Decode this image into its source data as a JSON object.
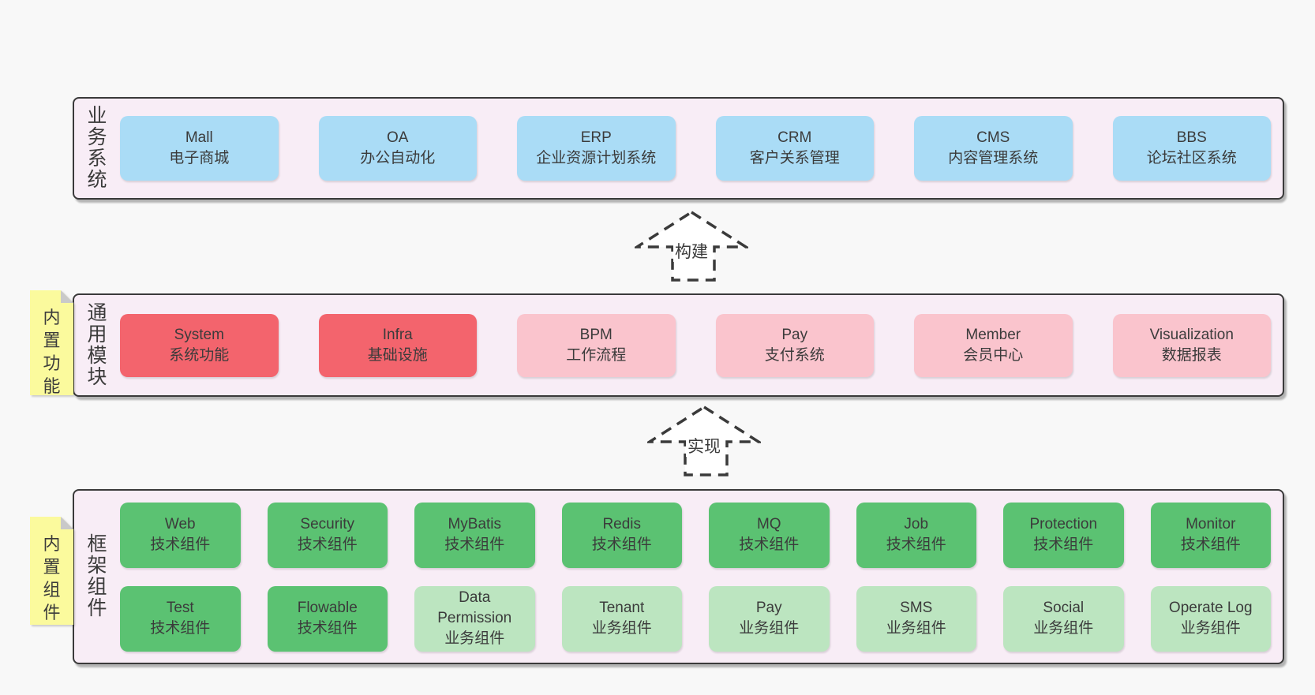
{
  "palette": {
    "page_bg": "#f8f8f8",
    "container_bg": "#f8edf6",
    "border": "#3a3a3a",
    "text": "#3b3b3b",
    "blue": "#aadcf6",
    "red": "#f3646d",
    "pink": "#fac4cd",
    "green_dark": "#5bc272",
    "green_light": "#bce5c0",
    "note_yellow": "#fbfa9d",
    "note_fold": "#c9c9c9"
  },
  "sections": {
    "business": {
      "label": "业务系统",
      "boxes": [
        {
          "lines": [
            "Mall",
            "电子商城"
          ],
          "variant": "blue"
        },
        {
          "lines": [
            "OA",
            "办公自动化"
          ],
          "variant": "blue"
        },
        {
          "lines": [
            "ERP",
            "企业资源计划系统"
          ],
          "variant": "blue"
        },
        {
          "lines": [
            "CRM",
            "客户关系管理"
          ],
          "variant": "blue"
        },
        {
          "lines": [
            "CMS",
            "内容管理系统"
          ],
          "variant": "blue"
        },
        {
          "lines": [
            "BBS",
            "论坛社区系统"
          ],
          "variant": "blue"
        }
      ]
    },
    "modules": {
      "label": "通用模块",
      "note": "内置功能",
      "boxes": [
        {
          "lines": [
            "System",
            "系统功能"
          ],
          "variant": "red"
        },
        {
          "lines": [
            "Infra",
            "基础设施"
          ],
          "variant": "red"
        },
        {
          "lines": [
            "BPM",
            "工作流程"
          ],
          "variant": "pink"
        },
        {
          "lines": [
            "Pay",
            "支付系统"
          ],
          "variant": "pink"
        },
        {
          "lines": [
            "Member",
            "会员中心"
          ],
          "variant": "pink"
        },
        {
          "lines": [
            "Visualization",
            "数据报表"
          ],
          "variant": "pink"
        }
      ]
    },
    "framework": {
      "label": "框架组件",
      "note": "内置组件",
      "rows": [
        [
          {
            "lines": [
              "Web",
              "技术组件"
            ],
            "variant": "green_dark"
          },
          {
            "lines": [
              "Security",
              "技术组件"
            ],
            "variant": "green_dark"
          },
          {
            "lines": [
              "MyBatis",
              "技术组件"
            ],
            "variant": "green_dark"
          },
          {
            "lines": [
              "Redis",
              "技术组件"
            ],
            "variant": "green_dark"
          },
          {
            "lines": [
              "MQ",
              "技术组件"
            ],
            "variant": "green_dark"
          },
          {
            "lines": [
              "Job",
              "技术组件"
            ],
            "variant": "green_dark"
          },
          {
            "lines": [
              "Protection",
              "技术组件"
            ],
            "variant": "green_dark"
          },
          {
            "lines": [
              "Monitor",
              "技术组件"
            ],
            "variant": "green_dark"
          }
        ],
        [
          {
            "lines": [
              "Test",
              "技术组件"
            ],
            "variant": "green_dark"
          },
          {
            "lines": [
              "Flowable",
              "技术组件"
            ],
            "variant": "green_dark"
          },
          {
            "lines": [
              "Data",
              "Permission",
              "业务组件"
            ],
            "variant": "green_light"
          },
          {
            "lines": [
              "Tenant",
              "业务组件"
            ],
            "variant": "green_light"
          },
          {
            "lines": [
              "Pay",
              "业务组件"
            ],
            "variant": "green_light"
          },
          {
            "lines": [
              "SMS",
              "业务组件"
            ],
            "variant": "green_light"
          },
          {
            "lines": [
              "Social",
              "业务组件"
            ],
            "variant": "green_light"
          },
          {
            "lines": [
              "Operate Log",
              "业务组件"
            ],
            "variant": "green_light"
          }
        ]
      ]
    }
  },
  "arrows": {
    "build": "构建",
    "implement": "实现"
  }
}
